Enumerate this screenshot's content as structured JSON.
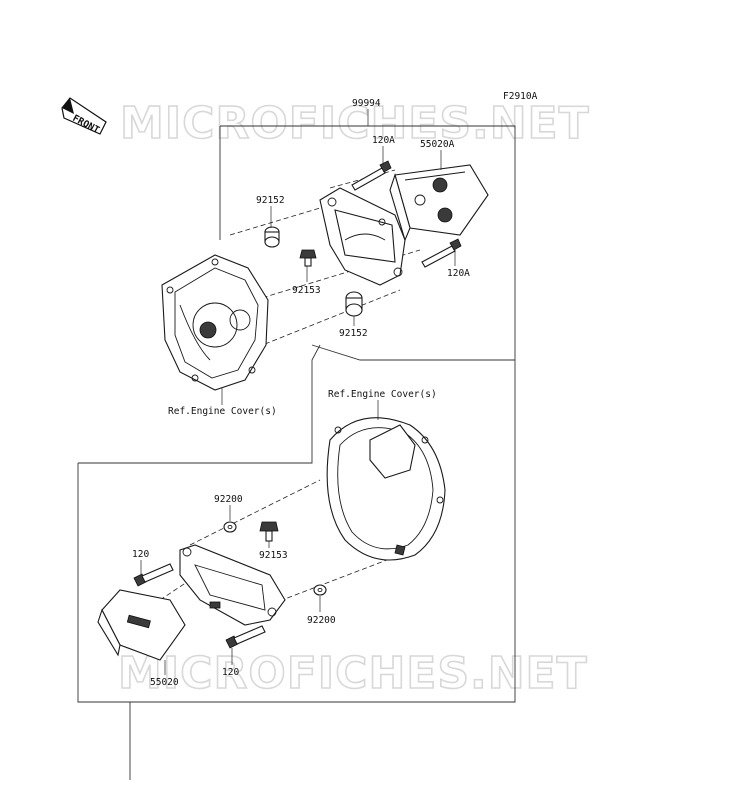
{
  "diagram_code": "F2910A",
  "front_label": "FRONT",
  "watermark": "MICROFICHES.NET",
  "labels": {
    "p99994": "99994",
    "p120A_top": "120A",
    "p55020A": "55020A",
    "p92152_top": "92152",
    "p92153_top": "92153",
    "p120A_right": "120A",
    "p92152_mid": "92152",
    "ref_cover_left": "Ref.Engine Cover(s)",
    "ref_cover_right": "Ref.Engine Cover(s)",
    "p92200_top": "92200",
    "p92153_low": "92153",
    "p120_left": "120",
    "p92200_right": "92200",
    "p55020": "55020",
    "p120_bottom": "120"
  }
}
